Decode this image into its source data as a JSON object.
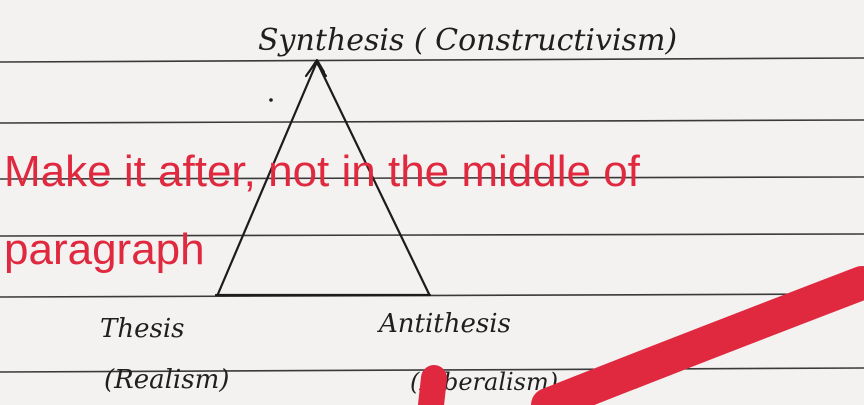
{
  "diagram": {
    "top_label": "Synthesis ( Constructivism)",
    "left_label_line1": "Thesis",
    "left_label_line2": "(Realism)",
    "right_label_line1": "Antithesis",
    "right_label_line2": "(Liberalism)"
  },
  "annotation": {
    "line1": "Make it after, not in the middle of",
    "line2": "paragraph",
    "color": "#e0283f"
  },
  "colors": {
    "paper": "#f3f2f1",
    "ruled_line": "#3a3a3a",
    "ink": "#1c1c1c"
  }
}
